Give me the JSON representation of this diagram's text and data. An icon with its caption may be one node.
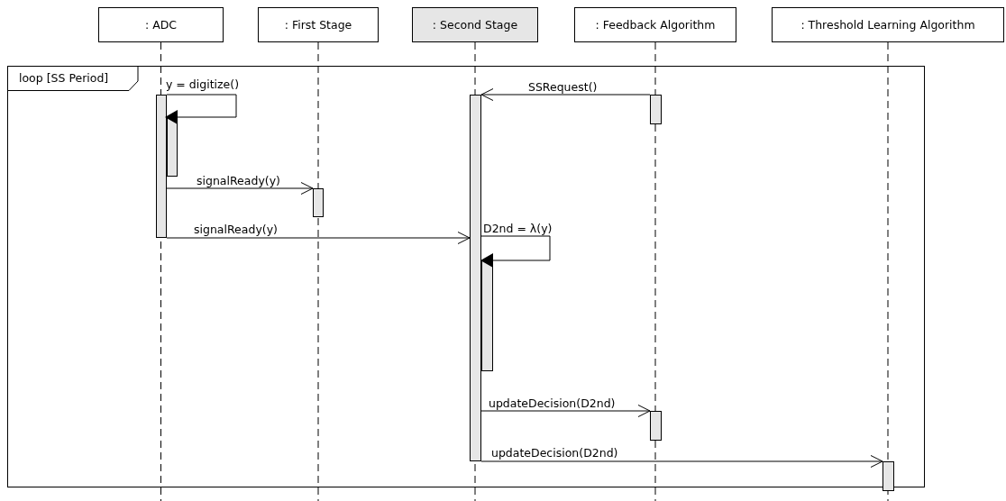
{
  "diagram": {
    "nodes": [
      {
        "text": [
          ": ADC"
        ]
      },
      {
        "text": [
          ": First Stage"
        ]
      },
      {
        "text": [
          ": Second Stage"
        ]
      },
      {
        "text": [
          ": Feedback Algorithm"
        ]
      },
      {
        "text": [
          ": Threshold Learning Algorithm"
        ]
      },
      {
        "text": [
          "loop [SS Period]"
        ]
      },
      {
        "text": [],
        "shape": "bar",
        "in": 5
      },
      {
        "text": [],
        "shape": "bar",
        "in": 5
      },
      {
        "text": [],
        "shape": "bar",
        "in": 5
      },
      {
        "text": [],
        "shape": "bar",
        "in": 5
      },
      {
        "text": [],
        "shape": "bar",
        "in": 5
      },
      {
        "text": [],
        "shape": "bar",
        "in": 5
      },
      {
        "text": [],
        "shape": "bar",
        "in": 5
      },
      {
        "text": [],
        "shape": "bar",
        "in": 5
      }
    ],
    "edges": [
      {
        "from": 6,
        "to": 7,
        "arrow": "to",
        "label": "y = digitize()"
      },
      {
        "from": 6,
        "to": 8,
        "arrow": "to",
        "label": "signalReady(y)"
      },
      {
        "from": 6,
        "to": 9,
        "arrow": "to",
        "label": "signalReady(y)"
      },
      {
        "from": 11,
        "to": 9,
        "arrow": "to",
        "label": "SSRequest()"
      },
      {
        "from": 9,
        "to": 10,
        "arrow": "to",
        "label": "D2nd = λ(y)"
      },
      {
        "from": 9,
        "to": 12,
        "arrow": "to",
        "label": "updateDecision(D2nd)"
      },
      {
        "from": 9,
        "to": 13,
        "arrow": "to",
        "label": "updateDecision(D2nd)"
      }
    ]
  }
}
